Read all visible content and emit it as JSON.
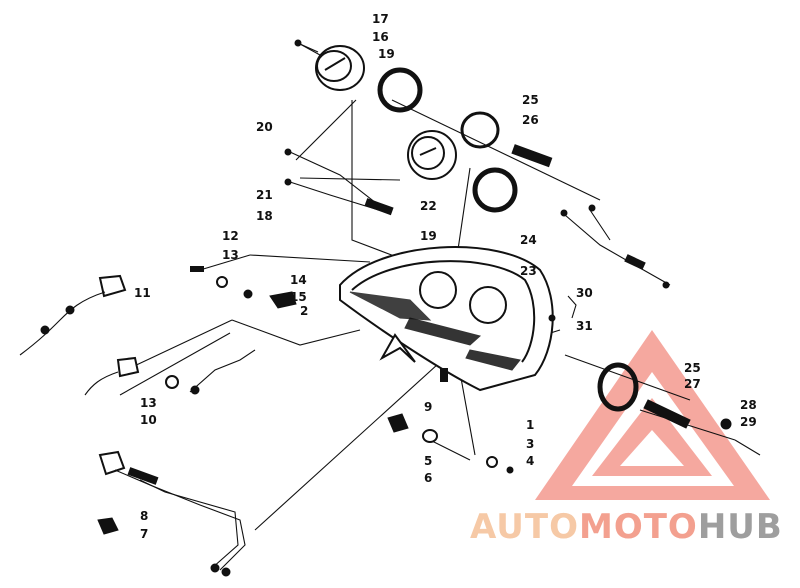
{
  "callouts": [
    {
      "id": "c17",
      "text": "17"
    },
    {
      "id": "c16",
      "text": "16"
    },
    {
      "id": "c19a",
      "text": "19"
    },
    {
      "id": "c25a",
      "text": "25"
    },
    {
      "id": "c26",
      "text": "26"
    },
    {
      "id": "c20",
      "text": "20"
    },
    {
      "id": "c21",
      "text": "21"
    },
    {
      "id": "c18",
      "text": "18"
    },
    {
      "id": "c22",
      "text": "22"
    },
    {
      "id": "c19b",
      "text": "19"
    },
    {
      "id": "c24",
      "text": "24"
    },
    {
      "id": "c23",
      "text": "23"
    },
    {
      "id": "c12",
      "text": "12"
    },
    {
      "id": "c13a",
      "text": "13"
    },
    {
      "id": "c14",
      "text": "14"
    },
    {
      "id": "c15",
      "text": "15"
    },
    {
      "id": "c11",
      "text": "11"
    },
    {
      "id": "c2",
      "text": "2"
    },
    {
      "id": "c30",
      "text": "30"
    },
    {
      "id": "c31",
      "text": "31"
    },
    {
      "id": "c25b",
      "text": "25"
    },
    {
      "id": "c27",
      "text": "27"
    },
    {
      "id": "c13b",
      "text": "13"
    },
    {
      "id": "c10",
      "text": "10"
    },
    {
      "id": "c9",
      "text": "9"
    },
    {
      "id": "c1",
      "text": "1"
    },
    {
      "id": "c28",
      "text": "28"
    },
    {
      "id": "c29",
      "text": "29"
    },
    {
      "id": "c3",
      "text": "3"
    },
    {
      "id": "c4",
      "text": "4"
    },
    {
      "id": "c5",
      "text": "5"
    },
    {
      "id": "c6",
      "text": "6"
    },
    {
      "id": "c8",
      "text": "8"
    },
    {
      "id": "c7",
      "text": "7"
    }
  ],
  "watermark": {
    "part1": "AUTO",
    "part2": "MOTO",
    "part3": "HUB",
    "colors": {
      "auto": "#f6c9a6",
      "moto": "#f3a08f",
      "hub": "#9e9e9e",
      "triangle": "#f08a80"
    }
  }
}
